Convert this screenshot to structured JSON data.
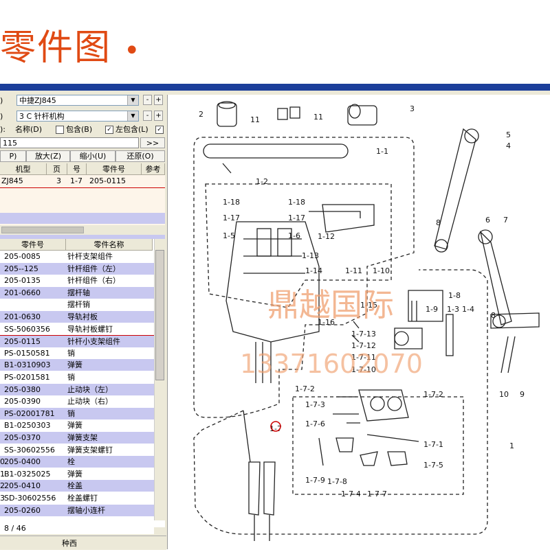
{
  "page_title": "零件图",
  "page_title_dot": "•",
  "selectors": {
    "model": {
      "prefix": ")",
      "value": "中捷ZJ845",
      "minus": "-",
      "plus": "+"
    },
    "mechanism": {
      "prefix": ")",
      "value": "3 C 针杆机构",
      "minus": "-",
      "plus": "+"
    },
    "options": {
      "prefix": "):",
      "name_label": "名称(D)",
      "contains_label": "包含(B)",
      "left_contains_label": "左包含(L)",
      "check_mark": "✓"
    }
  },
  "search": {
    "value": "115",
    "go_label": ">>"
  },
  "toolbar": {
    "left_label": "P)",
    "zoom_in": "放大(Z)",
    "zoom_out": "缩小(U)",
    "restore": "还原(O)"
  },
  "top_table": {
    "headers": [
      "机型",
      "页",
      "号",
      "零件号",
      "参考"
    ],
    "row": [
      "ZJ845",
      "3",
      "1-7",
      "205-0115",
      ""
    ]
  },
  "parts_table": {
    "headers": [
      "零件号",
      "零件名称"
    ],
    "rows": [
      {
        "prefix": "",
        "code": "205-0085",
        "name": "针杆支架组件"
      },
      {
        "prefix": "",
        "code": "205--125",
        "name": "针杆组件（左）"
      },
      {
        "prefix": "",
        "code": "205-0135",
        "name": "针杆组件（右）"
      },
      {
        "prefix": "",
        "code": "201-0660",
        "name": "摆杆轴"
      },
      {
        "prefix": "",
        "code": "",
        "name": "摆杆销"
      },
      {
        "prefix": "",
        "code": "201-0630",
        "name": "导轨衬板"
      },
      {
        "prefix": "",
        "code": "SS-5060356",
        "name": "导轨衬板螺钉"
      },
      {
        "prefix": "",
        "code": "205-0115",
        "name": "针杆小支架组件"
      },
      {
        "prefix": "",
        "code": "PS-0150581",
        "name": "销"
      },
      {
        "prefix": "",
        "code": "B1-0310903",
        "name": "弹簧"
      },
      {
        "prefix": "",
        "code": "PS-0201581",
        "name": "销"
      },
      {
        "prefix": "",
        "code": "205-0380",
        "name": "止动块（左）"
      },
      {
        "prefix": "",
        "code": "205-0390",
        "name": "止动块（右）"
      },
      {
        "prefix": "",
        "code": "PS-02001781",
        "name": "销"
      },
      {
        "prefix": "",
        "code": "B1-0250303",
        "name": "弹簧"
      },
      {
        "prefix": "",
        "code": "205-0370",
        "name": "弹簧支架"
      },
      {
        "prefix": "",
        "code": "SS-30602556",
        "name": "弹簧支架螺钉"
      },
      {
        "prefix": "0",
        "code": "205-0400",
        "name": "栓"
      },
      {
        "prefix": "1",
        "code": "B1-0325025",
        "name": "弹簧"
      },
      {
        "prefix": "2",
        "code": "205-0410",
        "name": "栓盖"
      },
      {
        "prefix": "3",
        "code": "SD-30602556",
        "name": "栓盖螺钉"
      },
      {
        "prefix": "",
        "code": "205-0260",
        "name": "摆轴小连杆"
      }
    ],
    "page_indicator": "8 / 46",
    "bottom_tab": "种西"
  },
  "diagram": {
    "labels": [
      "2",
      "11",
      "11",
      "3",
      "1-1",
      "5",
      "4",
      "1-2",
      "1-18",
      "1-18",
      "1-17",
      "1-17",
      "1-5",
      "1-6",
      "1-12",
      "1-13",
      "1-14",
      "1-11",
      "1-10",
      "8",
      "6",
      "7",
      "1-8",
      "1-9",
      "1-3",
      "1-4",
      "1-15",
      "1-16",
      "1-7-13",
      "1-7-12",
      "1-7-11",
      "1-7-10",
      "8",
      "10",
      "9",
      "1-7-2",
      "1-7-2",
      "1-7-3",
      "1-7-6",
      "1-7",
      "1-7-1",
      "1-7-5",
      "1-7-9",
      "1-7-8",
      "1-7-4",
      "1-7-7",
      "1"
    ],
    "watermark_text": "鼎越国际",
    "watermark_phone": "13371602070"
  },
  "colors": {
    "title": "#e04a14",
    "bar": "#1b3e9a",
    "row_blue": "#c8c8f0",
    "highlight": "#cc0000",
    "watermark": "#f0a070"
  }
}
